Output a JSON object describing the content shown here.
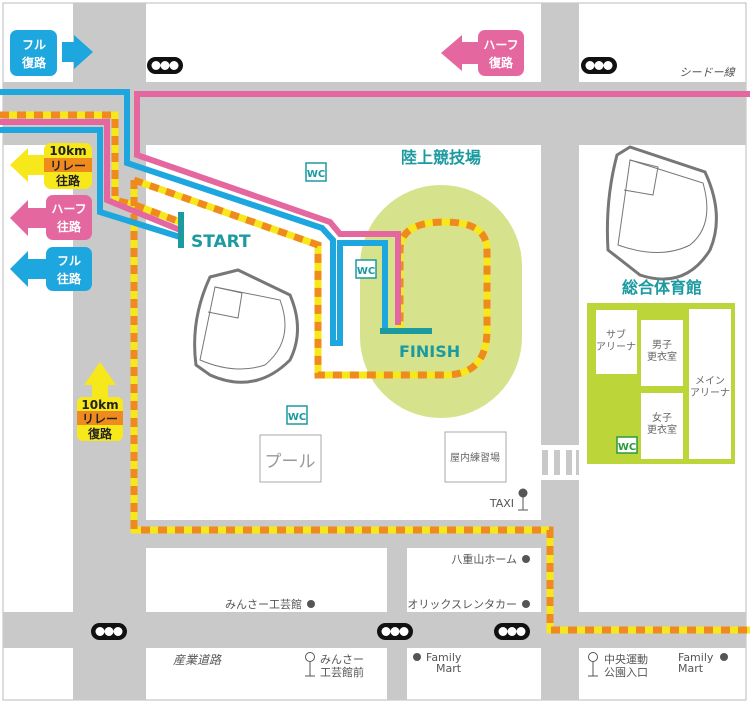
{
  "colors": {
    "full": "#1ea6df",
    "half": "#e5679f",
    "relay_yellow": "#f7e81c",
    "relay_orange": "#ef8a1e",
    "road": "#c9c9c9",
    "venue_text": "#1b9aa0",
    "track": "#d6e38c",
    "gym": "#bcd63a"
  },
  "signs": {
    "full_return": {
      "line1": "フル",
      "line2": "復路"
    },
    "relay_out": {
      "line1": "10km",
      "line2": "リレー",
      "line3": "往路"
    },
    "half_out": {
      "line1": "ハーフ",
      "line2": "往路"
    },
    "full_out": {
      "line1": "フル",
      "line2": "往路"
    },
    "relay_return": {
      "line1": "10km",
      "line2": "リレー",
      "line3": "復路"
    },
    "half_return": {
      "line1": "ハーフ",
      "line2": "復路"
    }
  },
  "roads": {
    "top": "シードー線",
    "bottom": "産業道路"
  },
  "venues": {
    "stadium": "陸上競技場",
    "gym": "総合体育館",
    "pool": "プール",
    "indoor": "屋内練習場"
  },
  "markers": {
    "start": "START",
    "finish": "FINISH",
    "wc": "WC"
  },
  "gym_rooms": {
    "sub_arena": [
      "サブ",
      "アリーナ"
    ],
    "men": [
      "男子",
      "更衣室"
    ],
    "women": [
      "女子",
      "更衣室"
    ],
    "main_arena": [
      "メイン",
      "アリーナ"
    ]
  },
  "pois": {
    "minsa": "みんさー工芸館",
    "yaeyama": "八重山ホーム",
    "orix": "オリックスレンタカー",
    "taxi": "TAXI",
    "fm1": [
      "Family",
      "Mart"
    ],
    "fm2": [
      "Family",
      "Mart"
    ]
  },
  "bus_stops": {
    "minsa_mae": [
      "みんさー",
      "工芸館前"
    ],
    "chuo": [
      "中央運動",
      "公園入口"
    ]
  }
}
